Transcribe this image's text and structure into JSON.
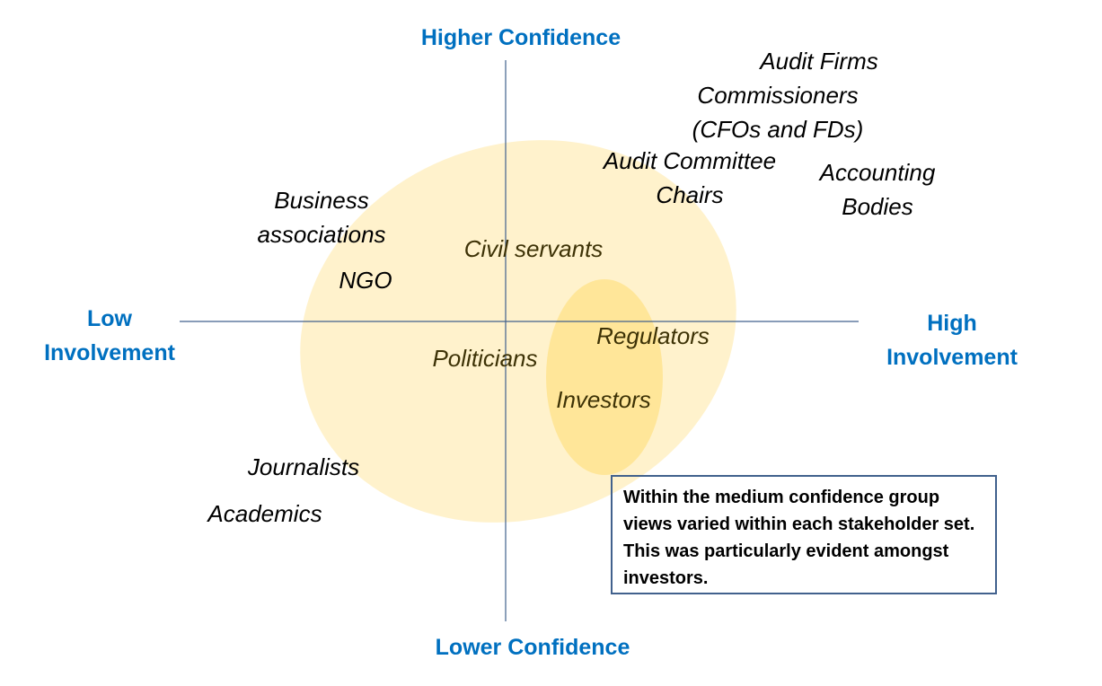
{
  "axes": {
    "top": "Higher Confidence",
    "bottom": "Lower Confidence",
    "left_line1": "Low",
    "left_line2": "Involvement",
    "right_line1": "High",
    "right_line2": "Involvement"
  },
  "colors": {
    "axis_label": "#0070c0",
    "axis_line": "#41618d",
    "large_ellipse": "#fff2cc",
    "small_ellipse": "#ffe699"
  },
  "stakeholders": {
    "audit_firms": "Audit Firms",
    "commissioners_1": "Commissioners",
    "commissioners_2": "(CFOs and FDs)",
    "audit_committee_1": "Audit Committee",
    "audit_committee_2": "Chairs",
    "accounting_1": "Accounting",
    "accounting_2": "Bodies",
    "business_1": "Business",
    "business_2": "associations",
    "civil_servants": "Civil servants",
    "ngo": "NGO",
    "regulators": "Regulators",
    "politicians": "Politicians",
    "investors": "Investors",
    "journalists": "Journalists",
    "academics": "Academics"
  },
  "note": "Within the medium confidence group views varied within each stakeholder set. This was particularly evident amongst investors."
}
